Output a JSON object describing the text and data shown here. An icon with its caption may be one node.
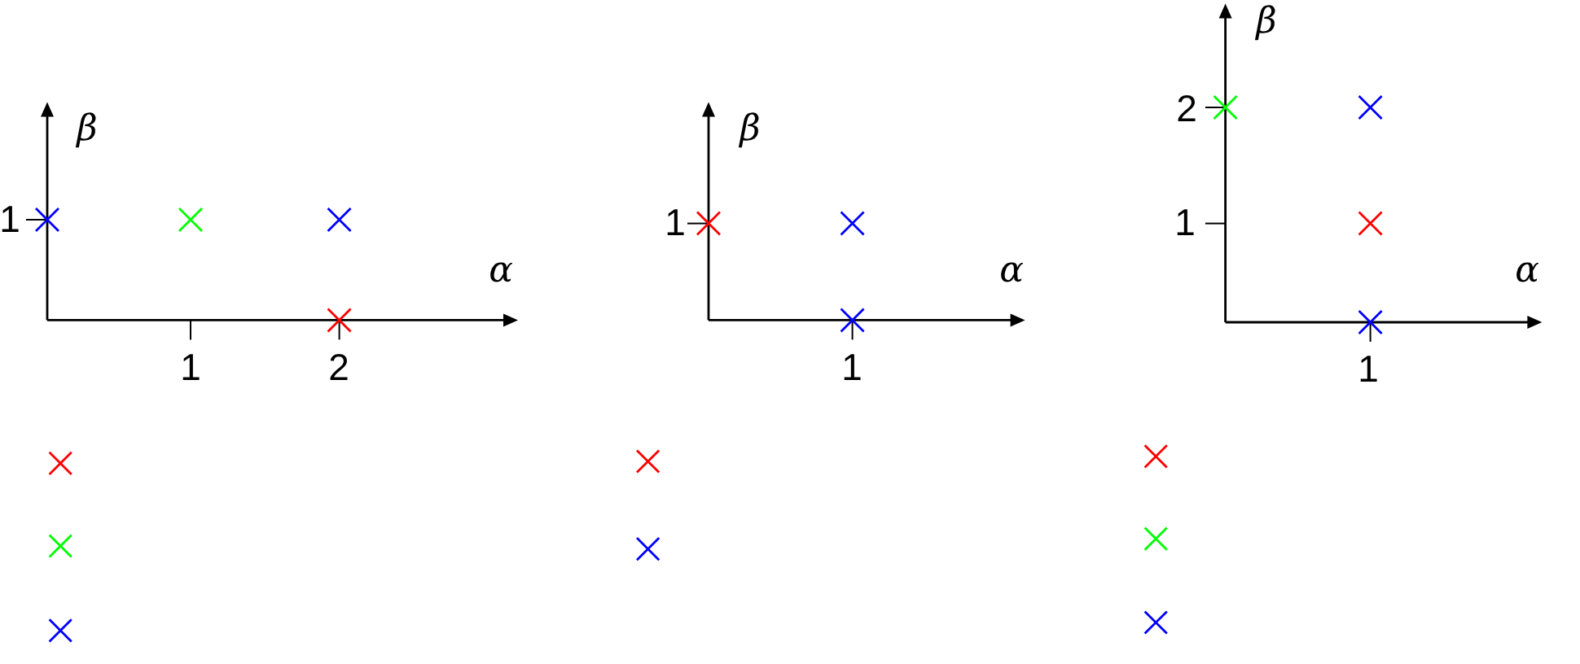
{
  "diagram": {
    "labels": [
      "β",
      "1",
      "α",
      "1",
      "2",
      "β",
      "1",
      "α",
      "1",
      "β",
      "2",
      "1",
      "α",
      "1"
    ]
  }
}
